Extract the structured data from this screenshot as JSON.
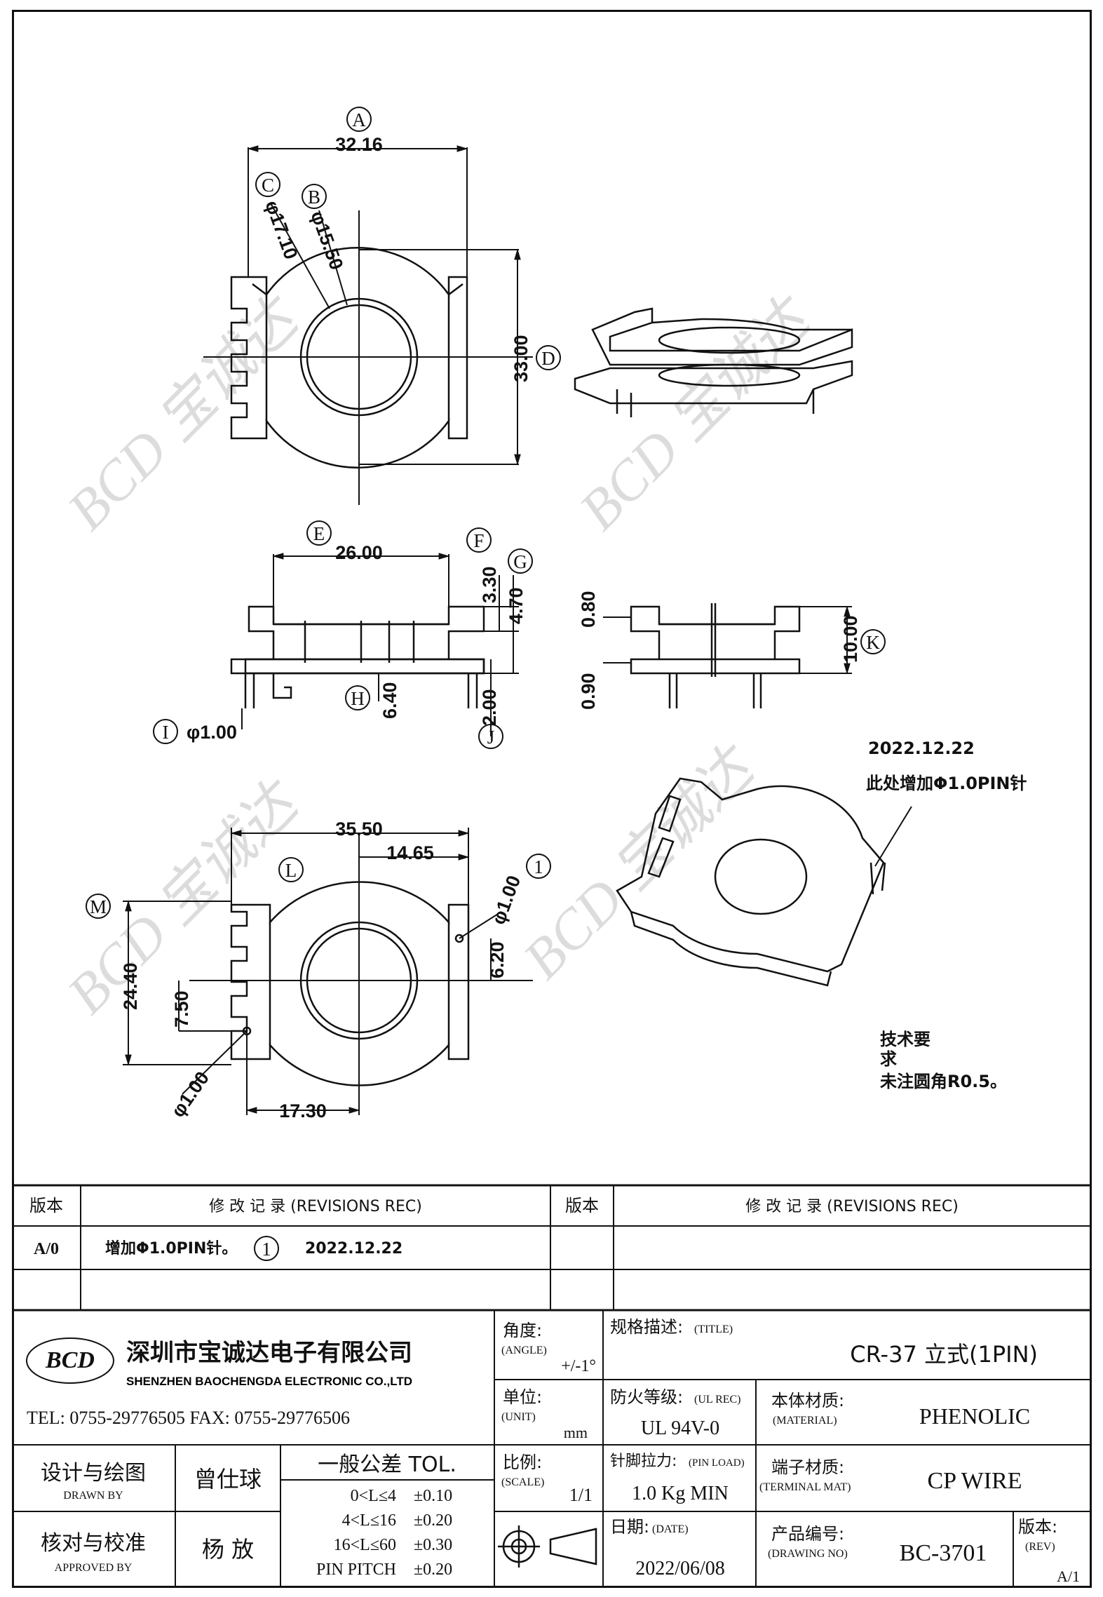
{
  "dimensions": {
    "a_width": "32.16",
    "c_dia": "φ17.10",
    "b_dia": "φ15.50",
    "d_height": "33.00",
    "e_width": "26.00",
    "f_height": "3.30",
    "g_height": "4.70",
    "h_height": "6.40",
    "j_height": "2.00",
    "i_pin": "φ1.00",
    "top_offset": "0.80",
    "bottom_offset": "0.90",
    "k_height": "10.00",
    "l_width": "35.50",
    "l_partial": "14.65",
    "pin_dia_right": "φ1.00",
    "pin_offset_right": "6.20",
    "m_height": "24.40",
    "left_offset": "7.50",
    "pin_dia_left": "φ1.00",
    "bottom_width": "17.30"
  },
  "callouts": {
    "A": "A",
    "B": "B",
    "C": "C",
    "D": "D",
    "E": "E",
    "F": "F",
    "G": "G",
    "H": "H",
    "I": "I",
    "J": "J",
    "K": "K",
    "L": "L",
    "M": "M",
    "one": "1"
  },
  "notes": {
    "revision_date": "2022.12.22",
    "revision_note": "此处增加Φ1.0PIN针",
    "tech_req_1": "技术要",
    "tech_req_2": "求",
    "tech_req_3": "未注圆角R0.5。"
  },
  "revisions": {
    "version_header": "版本",
    "record_header": "修 改 记 录 (REVISIONS REC)",
    "rows": [
      {
        "version": "A/0",
        "desc": "增加Φ1.0PIN针。",
        "mark": "1",
        "date": "2022.12.22"
      }
    ]
  },
  "titleblock": {
    "company_cn": "深圳市宝诚达电子有限公司",
    "company_en": "SHENZHEN BAOCHENGDA ELECTRONIC CO.,LTD",
    "logo_text": "BCD",
    "contact": "TEL: 0755-29776505  FAX: 0755-29776506",
    "angle_label": "角度:",
    "angle_en": "(ANGLE)",
    "angle_value": "+/-1°",
    "title_label": "规格描述:",
    "title_en": "(TITLE)",
    "title_value": "CR-37 立式(1PIN)",
    "unit_label": "单位:",
    "unit_en": "(UNIT)",
    "unit_value": "mm",
    "ul_label": "防火等级:",
    "ul_en": "(UL REC)",
    "ul_value": "UL 94V-0",
    "material_label": "本体材质:",
    "material_en": "(MATERIAL)",
    "material_value": "PHENOLIC",
    "designer_label": "设计与绘图",
    "designer_en": "DRAWN BY",
    "designer_name": "曾仕球",
    "tol_header": "一般公差 TOL.",
    "tol_rows": [
      {
        "range": "0<L≤4",
        "value": "±0.10"
      },
      {
        "range": "4<L≤16",
        "value": "±0.20"
      },
      {
        "range": "16<L≤60",
        "value": "±0.30"
      },
      {
        "range": "PIN PITCH",
        "value": "±0.20"
      }
    ],
    "scale_label": "比例:",
    "scale_en": "(SCALE)",
    "scale_value": "1/1",
    "pin_load_label": "针脚拉力:",
    "pin_load_en": "(PIN LOAD)",
    "pin_load_value": "1.0 Kg MIN",
    "terminal_label": "端子材质:",
    "terminal_en": "(TERMINAL MAT)",
    "terminal_value": "CP WIRE",
    "approver_label": "核对与校准",
    "approver_en": "APPROVED BY",
    "approver_name": "杨 放",
    "date_label": "日期:",
    "date_en": "(DATE)",
    "date_value": "2022/06/08",
    "drawing_no_label": "产品编号:",
    "drawing_no_en": "(DRAWING NO)",
    "drawing_no_value": "BC-3701",
    "rev_label": "版本:",
    "rev_en": "(REV)",
    "rev_value": "A/1"
  }
}
